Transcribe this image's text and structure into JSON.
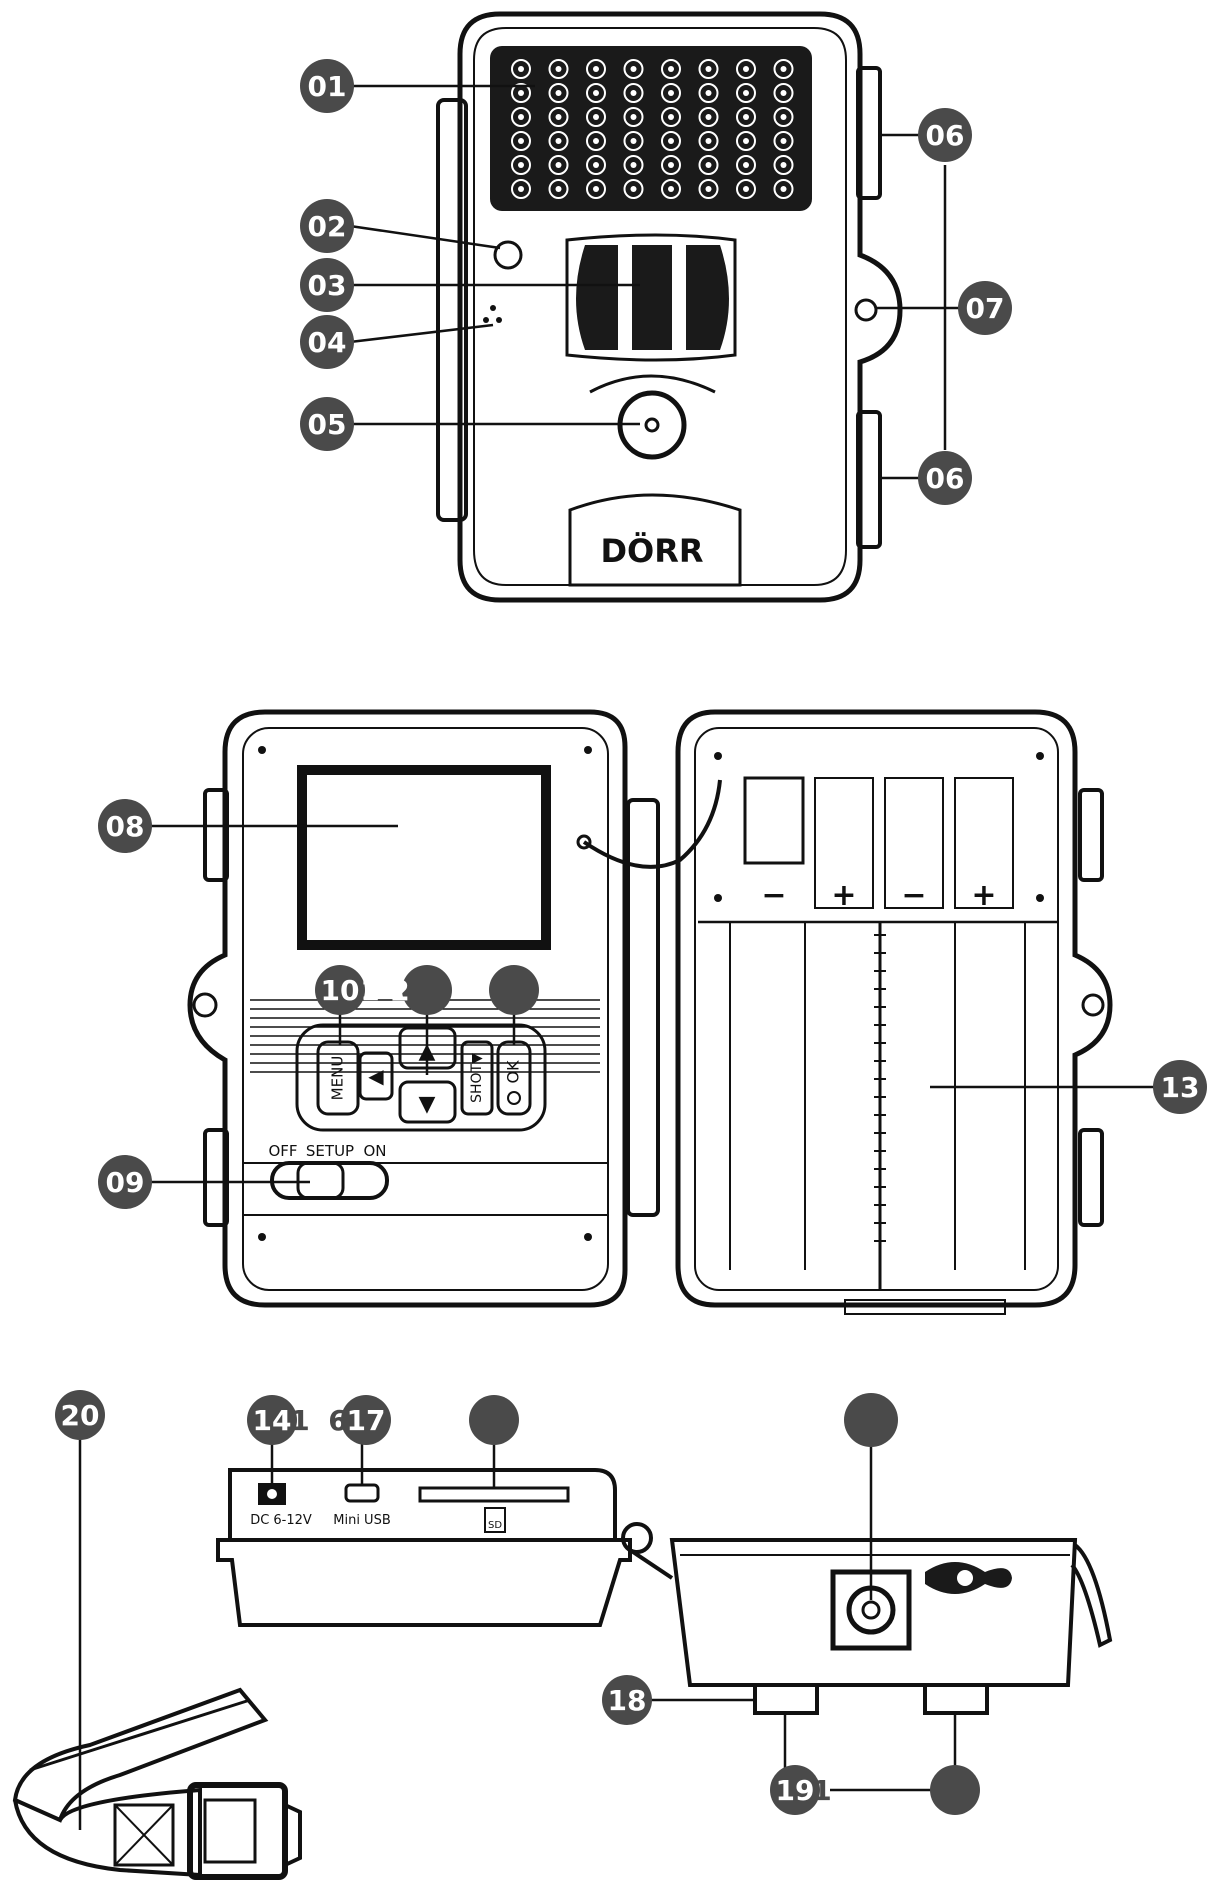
{
  "brand": "DÖRR",
  "callouts": {
    "c01": "01",
    "c02": "02",
    "c03": "03",
    "c04": "04",
    "c05": "05",
    "c06a": "06",
    "c06b": "06",
    "c07": "07",
    "c08": "08",
    "c09": "09",
    "c10": "10",
    "c11": "1",
    "c12": "2",
    "c13": "13",
    "c14": "14",
    "c15": "1",
    "c16": "6",
    "c17": "17",
    "c18": "18",
    "c19": "19",
    "c19b": "1",
    "c20": "20"
  },
  "buttons": {
    "menu": "MENU",
    "shot": "SHOT▼",
    "ok": "OK",
    "up": "▲",
    "down": "▼",
    "left": "◀"
  },
  "switch": {
    "off": "OFF",
    "setup": "SETUP",
    "on": "ON"
  },
  "battery_marks": {
    "m1": "−",
    "p1": "+",
    "m2": "−",
    "p2": "+"
  },
  "ports": {
    "dc": "DC 6-12V",
    "usb": "Mini USB",
    "sd": "SD"
  },
  "colors": {
    "callout": "#4a4a4a",
    "line": "#111111",
    "panel": "#f4f4f4"
  }
}
